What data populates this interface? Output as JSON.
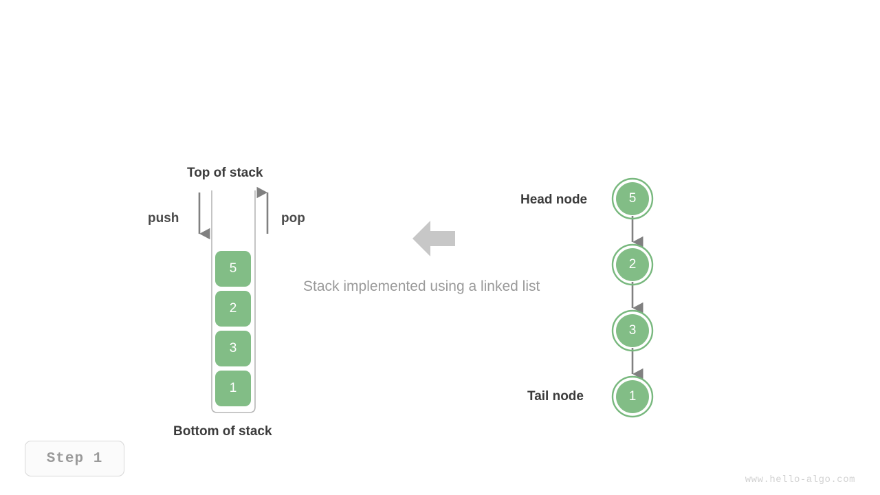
{
  "diagram": {
    "caption": "Stack implemented using a linked list",
    "step_badge": "Step  1",
    "watermark": "www.hello-algo.com",
    "colors": {
      "node_green": "#82bd86",
      "node_ring": "#78b87e",
      "arrow_gray": "#808080",
      "text_dark": "#3b3b3b",
      "text_muted": "#9a9a9a",
      "mid_arrow": "#c7c7c7"
    }
  },
  "stack": {
    "top_label": "Top of stack",
    "bottom_label": "Bottom of stack",
    "push_label": "push",
    "pop_label": "pop",
    "cells": [
      {
        "value": "5"
      },
      {
        "value": "2"
      },
      {
        "value": "3"
      },
      {
        "value": "1"
      }
    ]
  },
  "linked_list": {
    "head_label": "Head node",
    "tail_label": "Tail node",
    "nodes": [
      {
        "value": "5"
      },
      {
        "value": "2"
      },
      {
        "value": "3"
      },
      {
        "value": "1"
      }
    ]
  }
}
